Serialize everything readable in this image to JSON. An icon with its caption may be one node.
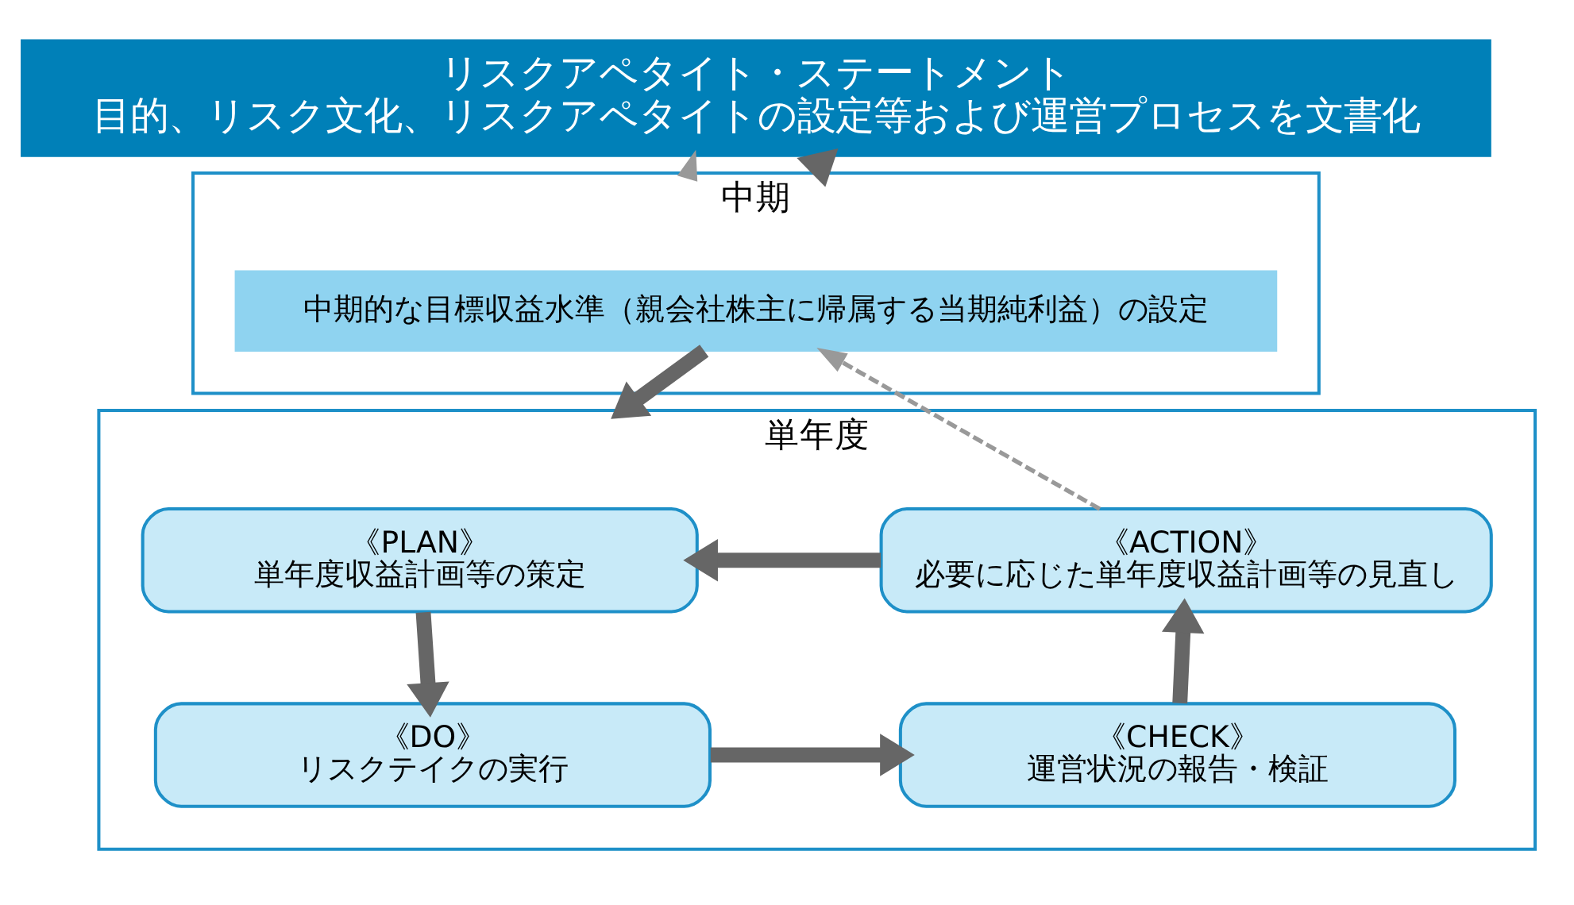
{
  "diagram": {
    "nodes": [
      {
        "text": [
          "リスクアペタイト・ステートメント",
          "目的、リスク文化、リスクアペタイトの設定等および運営プロセスを文書化"
        ]
      },
      {
        "text": [
          "中期"
        ]
      },
      {
        "text": [
          "中期的な目標収益水準（親会社株主に帰属する当期純利益）の設定"
        ],
        "in": 1
      },
      {
        "text": [
          "単年度"
        ]
      },
      {
        "text": [
          "《PLAN》",
          "単年度収益計画等の策定"
        ],
        "in": 3
      },
      {
        "text": [
          "《ACTION》",
          "必要に応じた単年度収益計画等の見直し"
        ],
        "in": 3
      },
      {
        "text": [
          "《DO》",
          "リスクテイクの実行"
        ],
        "in": 3
      },
      {
        "text": [
          "《CHECK》",
          "運営状況の報告・検証"
        ],
        "in": 3
      }
    ],
    "edges": [
      {
        "from": 0,
        "to": 1,
        "arrow": "to"
      },
      {
        "from": 1,
        "to": 0,
        "arrow": "to",
        "style": "dashed",
        "color": "#999999"
      },
      {
        "from": 2,
        "to": 3,
        "arrow": "to"
      },
      {
        "from": 5,
        "to": 2,
        "arrow": "to",
        "style": "dashed",
        "color": "#999999"
      },
      {
        "from": 5,
        "to": 4,
        "arrow": "to"
      },
      {
        "from": 4,
        "to": 6,
        "arrow": "to"
      },
      {
        "from": 6,
        "to": 7,
        "arrow": "to"
      },
      {
        "from": 7,
        "to": 5,
        "arrow": "to"
      }
    ]
  }
}
